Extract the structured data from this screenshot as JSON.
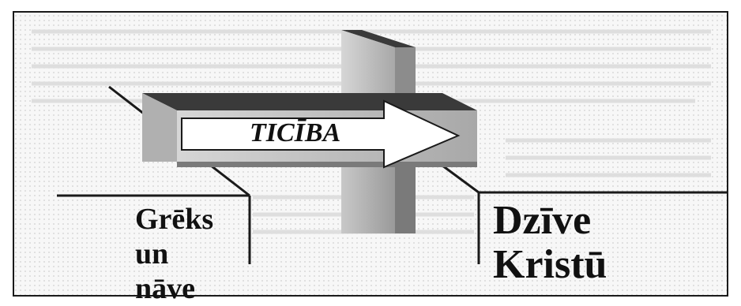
{
  "diagram": {
    "arrow_label": "TICĪBA",
    "left_label_lines": [
      "Grēks",
      "un",
      "nāve"
    ],
    "right_label_lines": [
      "Dzīve",
      "Kristū"
    ]
  },
  "colors": {
    "frame": "#1a1a1a",
    "cube_dark": "#3a3a3a",
    "cube_mid": "#8c8c8c",
    "cube_light": "#bdbdbd",
    "arrow_fill": "#ffffff",
    "background_text": "#d4d4d4"
  }
}
